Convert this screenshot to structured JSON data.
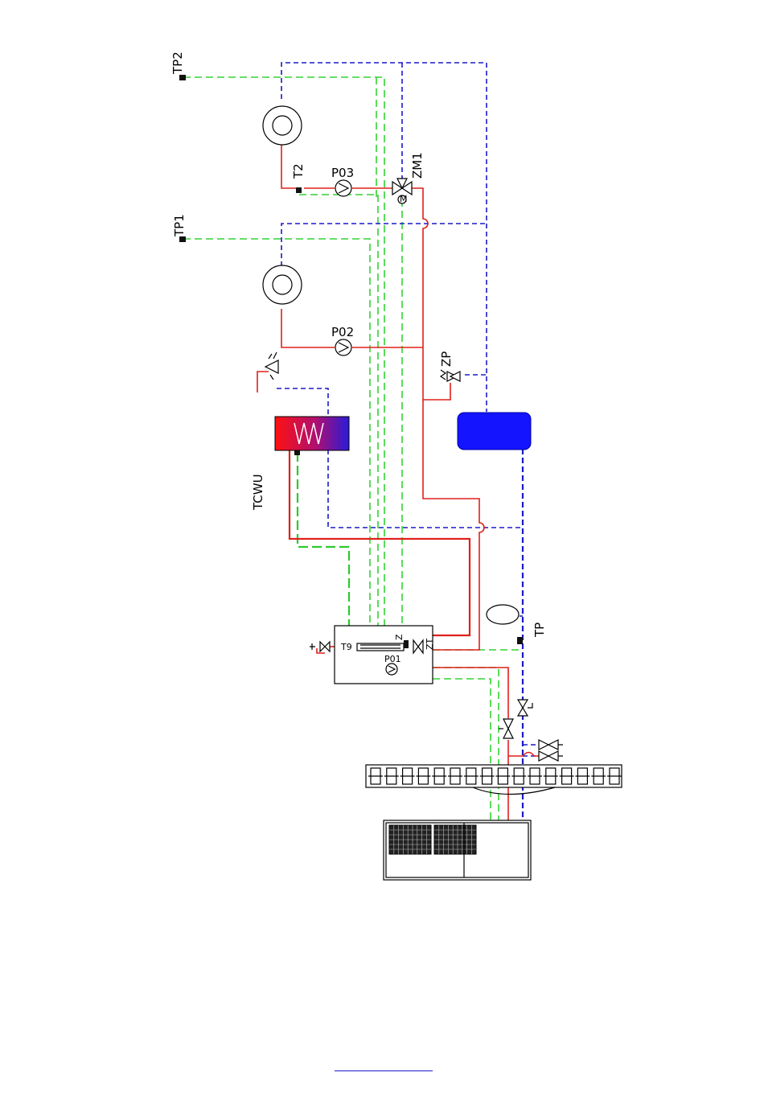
{
  "labels": {
    "tp2": "TP2",
    "tp1": "TP1",
    "t2": "T2",
    "pump3": "P03",
    "valve_zm1": "ZM1",
    "pump2": "P02",
    "valve_zp": "ZP",
    "tank": "TCWU",
    "tp": "TP",
    "z": "Z",
    "zt": "ZT",
    "t9": "T9",
    "pump1": "P01"
  },
  "colors": {
    "supply": "#e0201c",
    "return": "#1a1ac8",
    "signal": "#34d234",
    "buffer": "#1414ff"
  }
}
